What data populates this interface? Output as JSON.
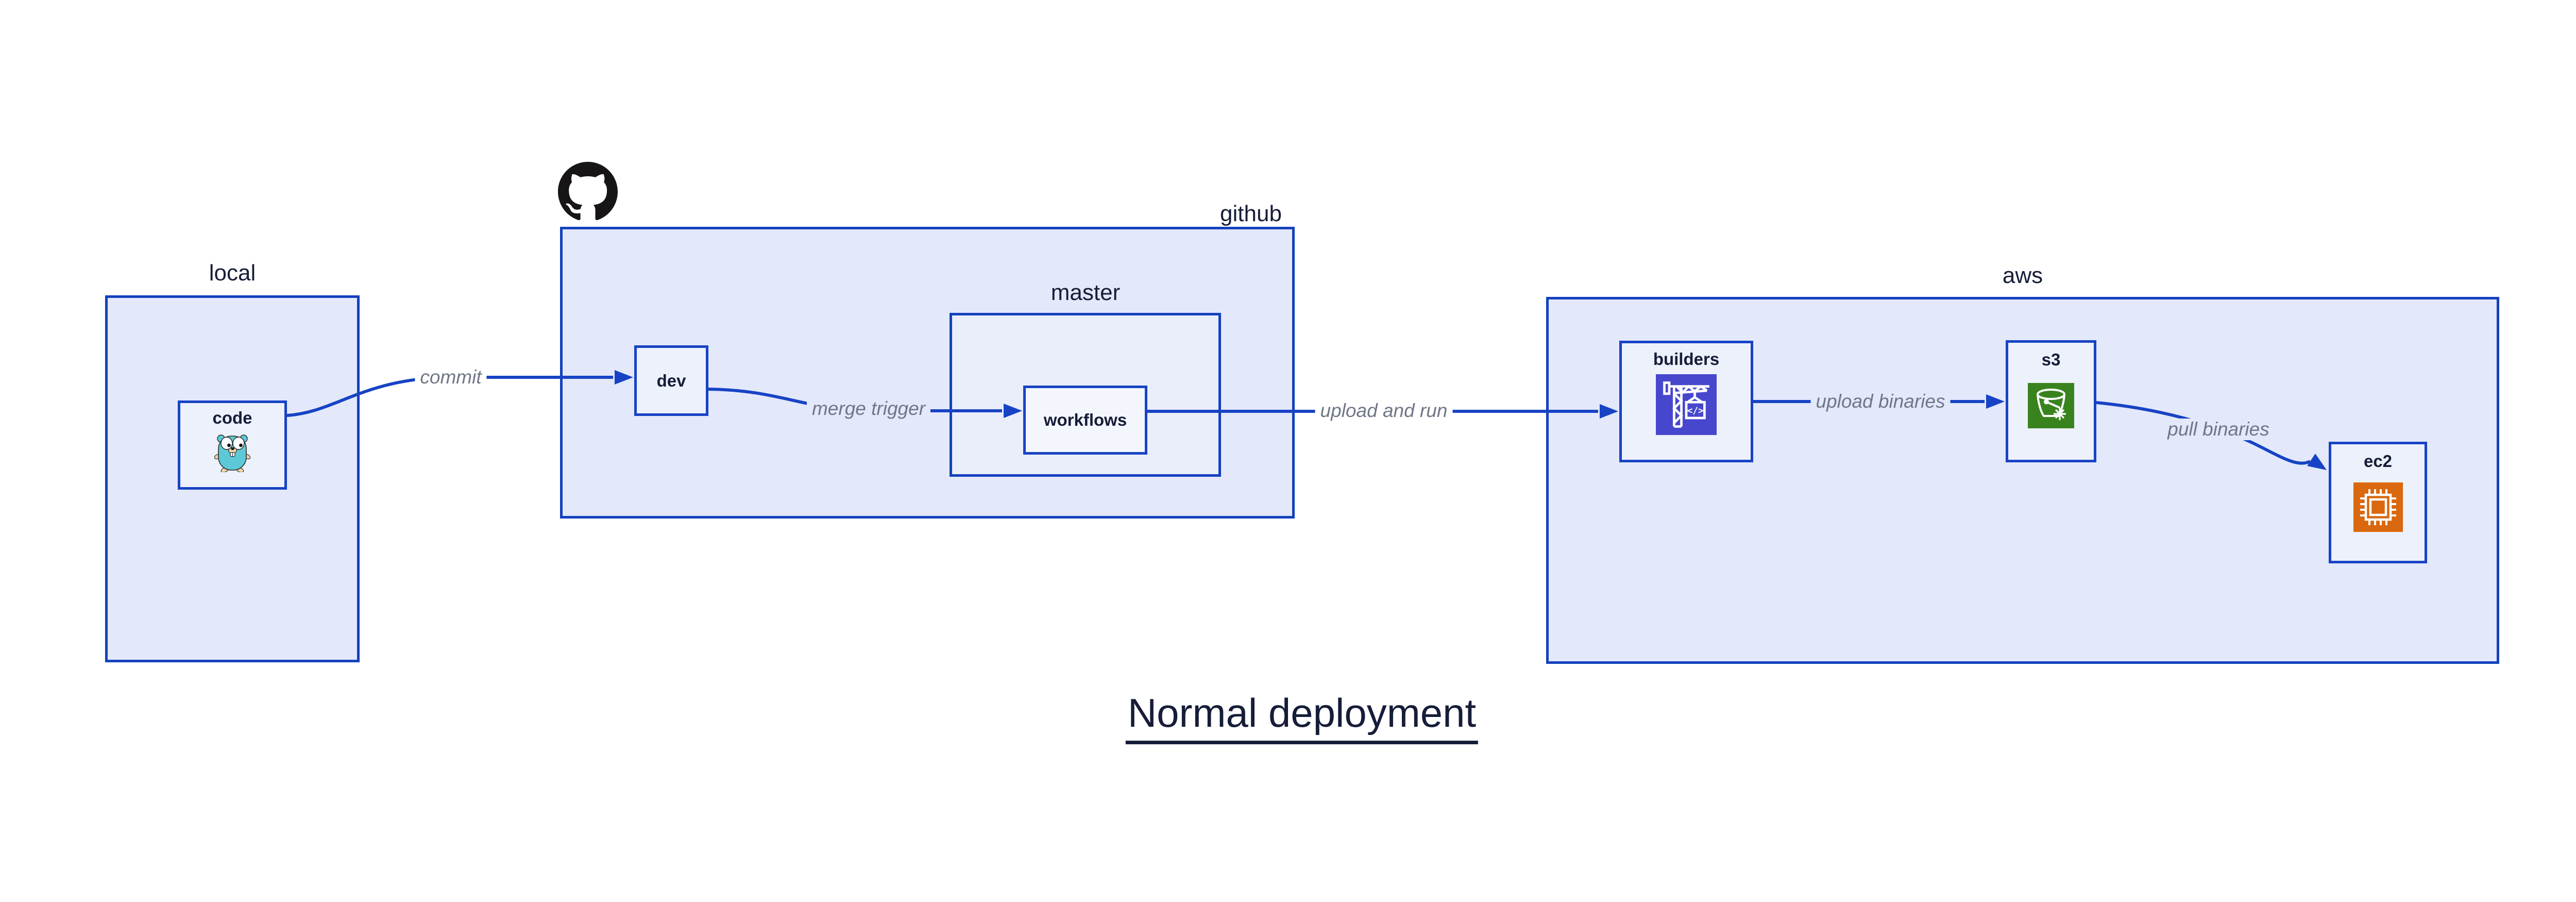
{
  "title": {
    "text": "Normal deployment"
  },
  "clusters": {
    "local": {
      "label": "local"
    },
    "github": {
      "label": "github"
    },
    "master": {
      "label": "master"
    },
    "aws": {
      "label": "aws"
    }
  },
  "nodes": {
    "code": {
      "label": "code"
    },
    "dev": {
      "label": "dev"
    },
    "workflows": {
      "label": "workflows"
    },
    "builders": {
      "label": "builders"
    },
    "s3": {
      "label": "s3"
    },
    "ec2": {
      "label": "ec2"
    }
  },
  "edges": {
    "commit": {
      "label": "commit"
    },
    "merge_trigger": {
      "label": "merge trigger"
    },
    "upload_and_run": {
      "label": "upload and run"
    },
    "upload_binaries": {
      "label": "upload binaries"
    },
    "pull_binaries": {
      "label": "pull binaries"
    }
  },
  "icons": {
    "octocat": "github-octocat",
    "code": "go-gopher",
    "builders": "codebuild-crane",
    "s3": "s3-glacier-bucket",
    "ec2": "ec2-chip"
  },
  "colors": {
    "edge_blue": "#1743c4",
    "border_blue": "#1441bd",
    "container_fill": "#e3e8fa",
    "master_fill": "#eaeefb",
    "node_fill": "#edf1fc",
    "workflows_fill": "#f4f6fd",
    "navy_text": "#161d38",
    "edge_label_gray": "#6f7787",
    "codebuild_purple": "#4747ce",
    "s3_green": "#39831f",
    "ec2_orange": "#d9680f",
    "gopher_teal": "#5ec9d6",
    "octocat_black": "#171515"
  }
}
